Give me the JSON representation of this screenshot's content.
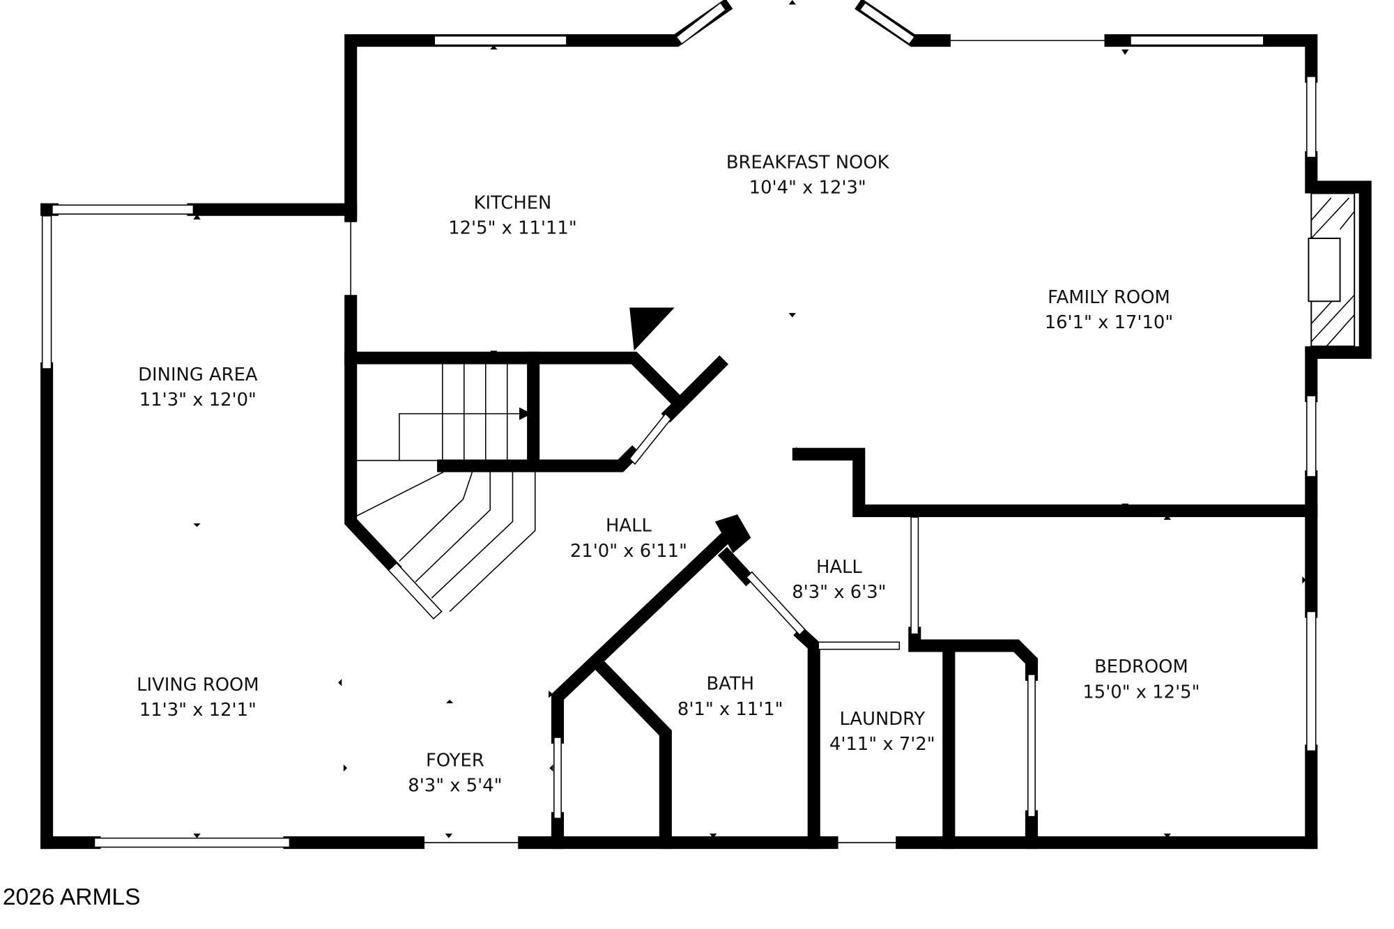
{
  "rooms": [
    {
      "name": "BREAKFAST NOOK",
      "dims": "10'4\" x 12'3\""
    },
    {
      "name": "KITCHEN",
      "dims": "12'5\" x 11'11\""
    },
    {
      "name": "FAMILY ROOM",
      "dims": "16'1\" x 17'10\""
    },
    {
      "name": "DINING AREA",
      "dims": "11'3\" x 12'0\""
    },
    {
      "name": "HALL",
      "dims": "21'0\" x 6'11\""
    },
    {
      "name": "HALL",
      "dims": "8'3\" x 6'3\""
    },
    {
      "name": "LIVING ROOM",
      "dims": "11'3\" x 12'1\""
    },
    {
      "name": "BATH",
      "dims": "8'1\" x 11'1\""
    },
    {
      "name": "LAUNDRY",
      "dims": "4'11\" x 7'2\""
    },
    {
      "name": "BEDROOM",
      "dims": "15'0\" x 12'5\""
    },
    {
      "name": "FOYER",
      "dims": "8'3\" x 5'4\""
    }
  ],
  "copyright": "2026 ARMLS"
}
